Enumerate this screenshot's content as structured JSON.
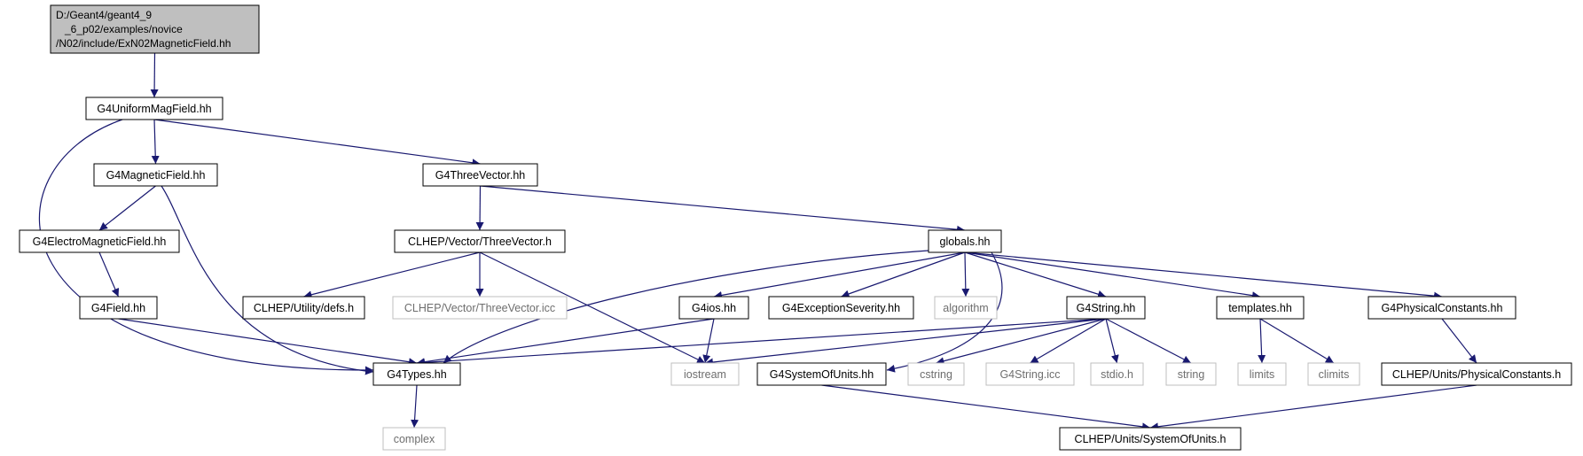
{
  "colors": {
    "edge": "#191970",
    "box_border": "#000000",
    "box_fill": "#ffffff",
    "root_fill": "#bfbfbf",
    "external_border": "#bfbfbf",
    "external_text": "#6e6e6e",
    "text": "#000000"
  },
  "root": {
    "lines": [
      "D:/Geant4/geant4_9",
      "_6_p02/examples/novice",
      "/N02/include/ExN02MagneticField.hh"
    ]
  },
  "nodes": [
    {
      "id": "unimag",
      "label": "G4UniformMagField.hh",
      "kind": "normal"
    },
    {
      "id": "magfield",
      "label": "G4MagneticField.hh",
      "kind": "normal"
    },
    {
      "id": "threevec",
      "label": "G4ThreeVector.hh",
      "kind": "normal"
    },
    {
      "id": "electro",
      "label": "G4ElectroMagneticField.hh",
      "kind": "normal"
    },
    {
      "id": "clhep3v",
      "label": "CLHEP/Vector/ThreeVector.h",
      "kind": "normal"
    },
    {
      "id": "globals",
      "label": "globals.hh",
      "kind": "normal"
    },
    {
      "id": "field",
      "label": "G4Field.hh",
      "kind": "normal"
    },
    {
      "id": "defs",
      "label": "CLHEP/Utility/defs.h",
      "kind": "normal"
    },
    {
      "id": "icc3v",
      "label": "CLHEP/Vector/ThreeVector.icc",
      "kind": "external"
    },
    {
      "id": "ios",
      "label": "G4ios.hh",
      "kind": "normal"
    },
    {
      "id": "excsev",
      "label": "G4ExceptionSeverity.hh",
      "kind": "normal"
    },
    {
      "id": "algorithm",
      "label": "algorithm",
      "kind": "external"
    },
    {
      "id": "g4string",
      "label": "G4String.hh",
      "kind": "normal"
    },
    {
      "id": "templates",
      "label": "templates.hh",
      "kind": "normal"
    },
    {
      "id": "physconst",
      "label": "G4PhysicalConstants.hh",
      "kind": "normal"
    },
    {
      "id": "types",
      "label": "G4Types.hh",
      "kind": "normal"
    },
    {
      "id": "iostream",
      "label": "iostream",
      "kind": "external"
    },
    {
      "id": "sysunits",
      "label": "G4SystemOfUnits.hh",
      "kind": "normal"
    },
    {
      "id": "cstring",
      "label": "cstring",
      "kind": "external"
    },
    {
      "id": "stringicc",
      "label": "G4String.icc",
      "kind": "external"
    },
    {
      "id": "stdio",
      "label": "stdio.h",
      "kind": "external"
    },
    {
      "id": "string",
      "label": "string",
      "kind": "external"
    },
    {
      "id": "limits",
      "label": "limits",
      "kind": "external"
    },
    {
      "id": "climits",
      "label": "climits",
      "kind": "external"
    },
    {
      "id": "clhepphys",
      "label": "CLHEP/Units/PhysicalConstants.h",
      "kind": "normal"
    },
    {
      "id": "complex",
      "label": "complex",
      "kind": "external"
    },
    {
      "id": "clhepsys",
      "label": "CLHEP/Units/SystemOfUnits.h",
      "kind": "normal"
    }
  ],
  "edges": [
    [
      "root",
      "unimag"
    ],
    [
      "unimag",
      "magfield"
    ],
    [
      "unimag",
      "threevec"
    ],
    [
      "unimag",
      "types"
    ],
    [
      "magfield",
      "electro"
    ],
    [
      "magfield",
      "types"
    ],
    [
      "electro",
      "field"
    ],
    [
      "field",
      "types"
    ],
    [
      "threevec",
      "clhep3v"
    ],
    [
      "threevec",
      "globals"
    ],
    [
      "clhep3v",
      "defs"
    ],
    [
      "clhep3v",
      "icc3v"
    ],
    [
      "clhep3v",
      "iostream"
    ],
    [
      "globals",
      "types"
    ],
    [
      "globals",
      "ios"
    ],
    [
      "globals",
      "excsev"
    ],
    [
      "globals",
      "algorithm"
    ],
    [
      "globals",
      "g4string"
    ],
    [
      "globals",
      "sysunits"
    ],
    [
      "globals",
      "templates"
    ],
    [
      "globals",
      "physconst"
    ],
    [
      "ios",
      "types"
    ],
    [
      "ios",
      "iostream"
    ],
    [
      "g4string",
      "types"
    ],
    [
      "g4string",
      "iostream"
    ],
    [
      "g4string",
      "cstring"
    ],
    [
      "g4string",
      "stringicc"
    ],
    [
      "g4string",
      "stdio"
    ],
    [
      "g4string",
      "string"
    ],
    [
      "templates",
      "limits"
    ],
    [
      "templates",
      "climits"
    ],
    [
      "physconst",
      "clhepphys"
    ],
    [
      "types",
      "complex"
    ],
    [
      "sysunits",
      "clhepsys"
    ],
    [
      "clhepphys",
      "clhepsys"
    ]
  ]
}
